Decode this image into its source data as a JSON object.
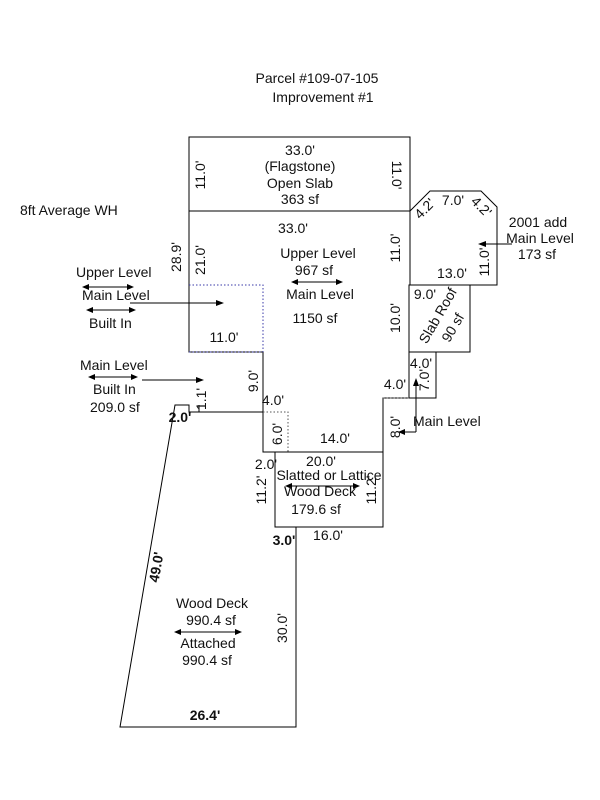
{
  "header": {
    "parcel": "Parcel #109-07-105",
    "improvement": "Improvement #1"
  },
  "note": "8ft Average WH",
  "flagstone": {
    "dim_top": "33.0'",
    "dim_left": "11.0'",
    "dim_right": "11.0'",
    "line1": "(Flagstone)",
    "line2": "Open Slab",
    "area": "363 sf"
  },
  "house": {
    "dim_top": "33.0'",
    "dim_left_outer": "28.9'",
    "dim_left_inner": "21.0'",
    "dim_right": "11.0'",
    "dim_right_lower": "10.0'",
    "upper_label": "Upper Level",
    "upper_area": "967 sf",
    "main_label": "Main Level",
    "main_area": "1150 sf",
    "dim_step_left": "9.0'",
    "dim_step_top": "4.0'",
    "dim_small_vert": "6.0'",
    "dim_bottom": "14.0'",
    "dim_right_step": "4.0'",
    "dim_right_vert": "8.0'",
    "dim_deck_step": "1.1'"
  },
  "callout_upper": {
    "line1": "Upper Level",
    "line2": "Main Level",
    "line3": "Built In",
    "dim": "11.0'"
  },
  "callout_main": {
    "line1": "Main Level",
    "line2": "Built In",
    "area": "209.0 sf"
  },
  "addition": {
    "dim_top": "7.0'",
    "dim_diag_left": "4.2'",
    "dim_diag_right": "4.2'",
    "dim_bottom": "13.0'",
    "dim_right": "11.0'",
    "label1": "2001 add",
    "label2": "Main Level",
    "area": "173 sf"
  },
  "slab_roof": {
    "dim_top": "9.0'",
    "line1": "Slab Roof",
    "line2": "90 sf"
  },
  "east_step": {
    "dim_top": "4.0'",
    "dim_vert": "7.0'",
    "label": "Main Level"
  },
  "lattice_deck": {
    "dim_top": "20.0'",
    "dim_left": "11.2'",
    "dim_right": "11.2'",
    "dim_bottom": "16.0'",
    "dim_corner": "2.0'",
    "line1": "Slatted or Lattice",
    "line2": "Wood Deck",
    "area": "179.6 sf"
  },
  "big_deck": {
    "dim_diag": "49.0'",
    "dim_right": "30.0'",
    "dim_bottom": "26.4'",
    "dim_top_left": "2.0'",
    "dim_top_right": "3.0'",
    "line1": "Wood Deck",
    "area1": "990.4 sf",
    "line2": "Attached",
    "area2": "990.4 sf"
  }
}
